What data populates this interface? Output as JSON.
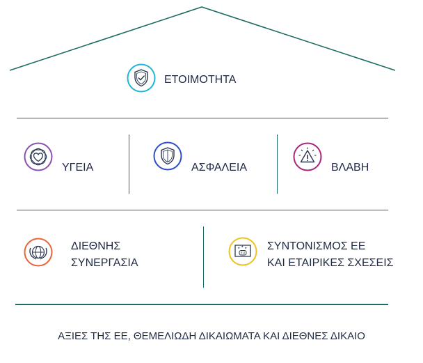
{
  "roof": {
    "title": "ΕΤΟΙΜΟΤΗΤΑ",
    "icon": "shield-check-icon",
    "color": "#1fb6d6"
  },
  "middle_row": [
    {
      "label": "ΥΓΕΙΑ",
      "icon": "health-heart-icon",
      "color": "#8a4fb3"
    },
    {
      "label": "ΑΣΦΑΛΕΙΑ",
      "icon": "shield-icon",
      "color": "#2c4fc7"
    },
    {
      "label": "ΒΛΑΒΗ",
      "icon": "warning-icon",
      "color": "#a8267a"
    }
  ],
  "bottom_row": [
    {
      "line1": "ΔΙΕΘΝΗΣ",
      "line2": "ΣΥΝΕΡΓΑΣΙΑ",
      "icon": "globe-handshake-icon",
      "color": "#e8643a"
    },
    {
      "line1": "ΣΥΝΤΟΝΙΣΜΟΣ ΕΕ",
      "line2": "ΚΑΙ ΕΤΑΙΡΙΚΕΣ ΣΧΕΣΕΙΣ",
      "icon": "eu-flag-icon",
      "color": "#f0c21e",
      "flag_text": "EU"
    }
  ],
  "foundation": {
    "text": "ΑΞΙΕΣ ΤΗΣ ΕΕ, ΘΕΜΕΛΙΩΔΗ ΔΙΚΑΙΩΜΑΤΑ ΚΑΙ ΔΙΕΘΝΕΣ ΔΙΚΑΙΟ"
  },
  "line_color": "#1f6b66"
}
